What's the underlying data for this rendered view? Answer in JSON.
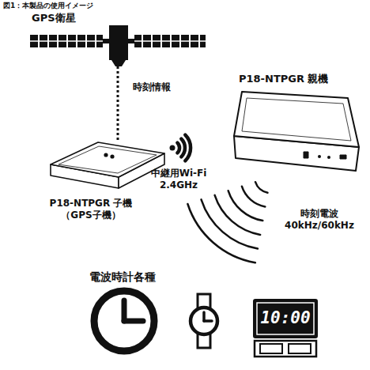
{
  "diagram": {
    "title": "図1：本製品の使用イメージ",
    "nodes": [
      {
        "text": [
          "GPS衛星"
        ]
      },
      {
        "text": [
          "P18-NTPGR 子機 （GPS子機）"
        ]
      },
      {
        "text": [
          "P18-NTPGR 親機"
        ]
      },
      {
        "text": [
          "10:00"
        ]
      }
    ],
    "edges": [
      {
        "from": 0,
        "to": 1,
        "arrow": "none",
        "label": "時刻情報"
      },
      {
        "from": 1,
        "to": 2,
        "arrow": "none",
        "label": "中継用Wi-Fi 2.4GHz"
      },
      {
        "from": 2,
        "to": 3,
        "arrow": "none",
        "label": "時刻電波 40kHz/60kHz"
      }
    ],
    "labels": [
      "電波時計各種"
    ]
  }
}
